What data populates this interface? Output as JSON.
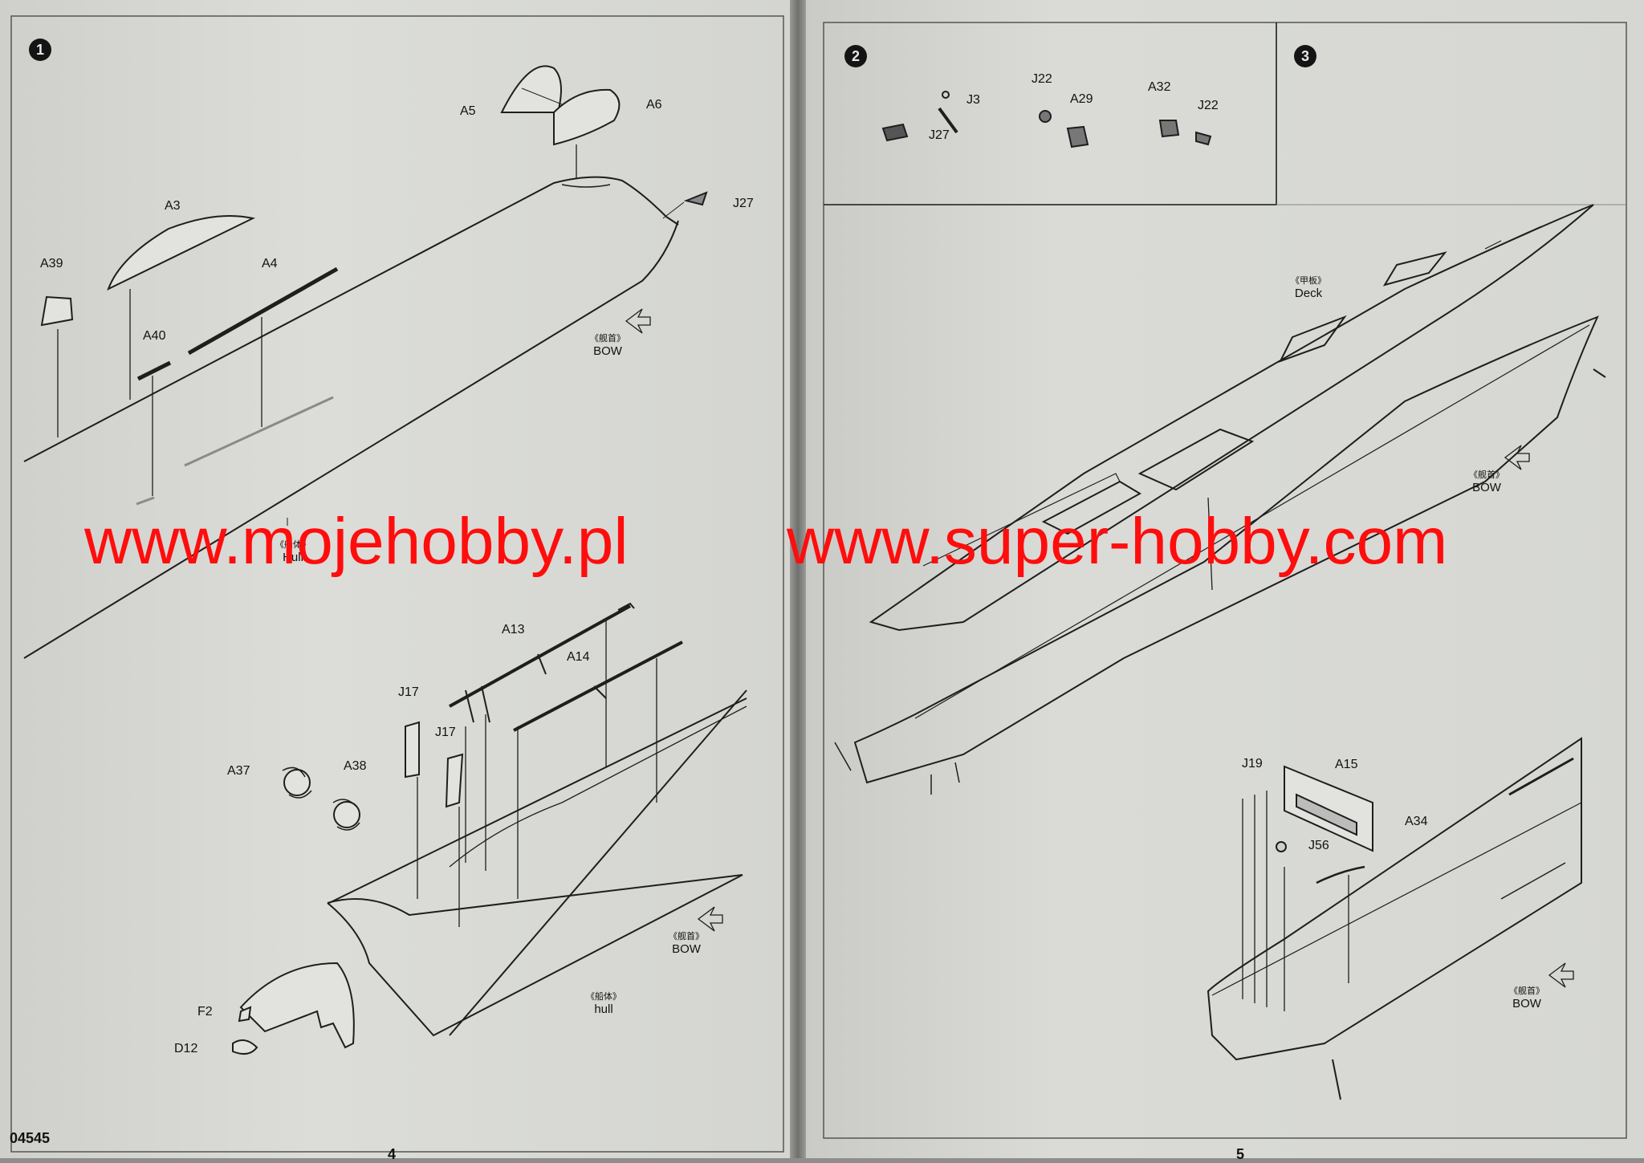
{
  "steps": {
    "s1": "1",
    "s2": "2",
    "s3": "3"
  },
  "left": {
    "upper_parts": {
      "a5": "A5",
      "a6": "A6",
      "j27": "J27",
      "a3": "A3",
      "a39": "A39",
      "a4": "A4",
      "a40": "A40"
    },
    "bow_upper": {
      "cn": "《舰首》",
      "en": "BOW"
    },
    "hull_upper": {
      "cn": "《船体》",
      "en": "Hull"
    },
    "lower_parts": {
      "a13": "A13",
      "a14": "A14",
      "j17a": "J17",
      "j17b": "J17",
      "a37": "A37",
      "a38": "A38",
      "f2": "F2",
      "d12": "D12"
    },
    "bow_lower": {
      "cn": "《舰首》",
      "en": "BOW"
    },
    "hull_lower": {
      "cn": "《船体》",
      "en": "hull"
    },
    "footer_code": "04545",
    "page_number": "4"
  },
  "right": {
    "step2_parts": {
      "j3": "J3",
      "j27": "J27",
      "j22a": "J22",
      "a29": "A29",
      "a32": "A32",
      "j22b": "J22"
    },
    "deck": {
      "cn": "《甲板》",
      "en": "Deck"
    },
    "bow_mid": {
      "cn": "《舰首》",
      "en": "BOW"
    },
    "lower_parts": {
      "j19": "J19",
      "a15": "A15",
      "j56": "J56",
      "a34": "A34"
    },
    "bow_lower": {
      "cn": "《舰首》",
      "en": "BOW"
    },
    "page_number": "5"
  },
  "watermark": {
    "left": "www.mojehobby.pl",
    "right": "www.super-hobby.com",
    "color": "#ff0d0d"
  }
}
